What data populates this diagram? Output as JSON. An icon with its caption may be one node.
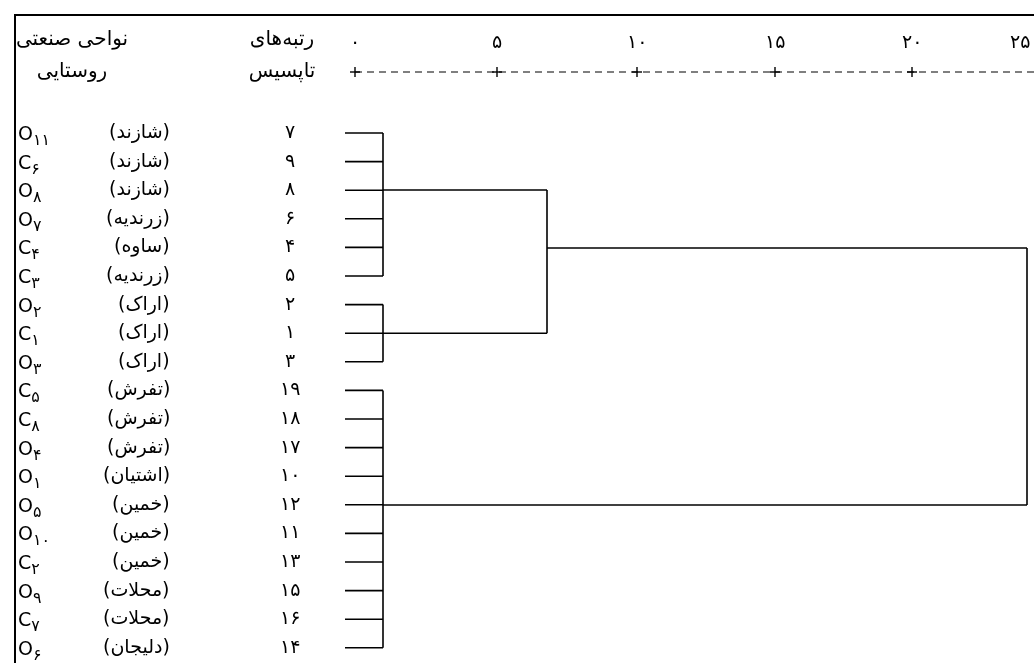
{
  "diagram": {
    "labels": [
      "نواحی صنعتی روستایی",
      "رتبه‌های تاپسیس",
      "۰",
      "۵",
      "۱۰",
      "۱۵",
      "۲۰",
      "۲۵",
      "O$_{۱۱}$",
      "(شازند)",
      "۷",
      "C$_{۶}$",
      "(شازند)",
      "۹",
      "O$_{۸}$",
      "(شازند)",
      "۸",
      "O$_{۷}$",
      "(زرندیه)",
      "۶",
      "C$_{۴}$",
      "(ساوه)",
      "۴",
      "C$_{۳}$",
      "(زرندیه)",
      "۵",
      "O$_{۲}$",
      "(اراک)",
      "۲",
      "C$_{۱}$",
      "(اراک)",
      "۱",
      "O$_{۳}$",
      "(اراک)",
      "۳",
      "C$_{۵}$",
      "(تفرش)",
      "۱۹",
      "C$_{۸}$",
      "(تفرش)",
      "۱۸",
      "O$_{۴}$",
      "(تفرش)",
      "۱۷",
      "O$_{۱}$",
      "(اشتیان)",
      "۱۰",
      "O$_{۵}$",
      "(خمین)",
      "۱۲",
      "O$_{۱۰}$",
      "(خمین)",
      "۱۱",
      "C$_{۲}$",
      "(خمین)",
      "۱۳",
      "O$_{۹}$",
      "(محلات)",
      "۱۵",
      "C$_{۷}$",
      "(محلات)",
      "۱۶",
      "O$_{۶}$",
      "(دلیجان)",
      "۱۴"
    ]
  }
}
